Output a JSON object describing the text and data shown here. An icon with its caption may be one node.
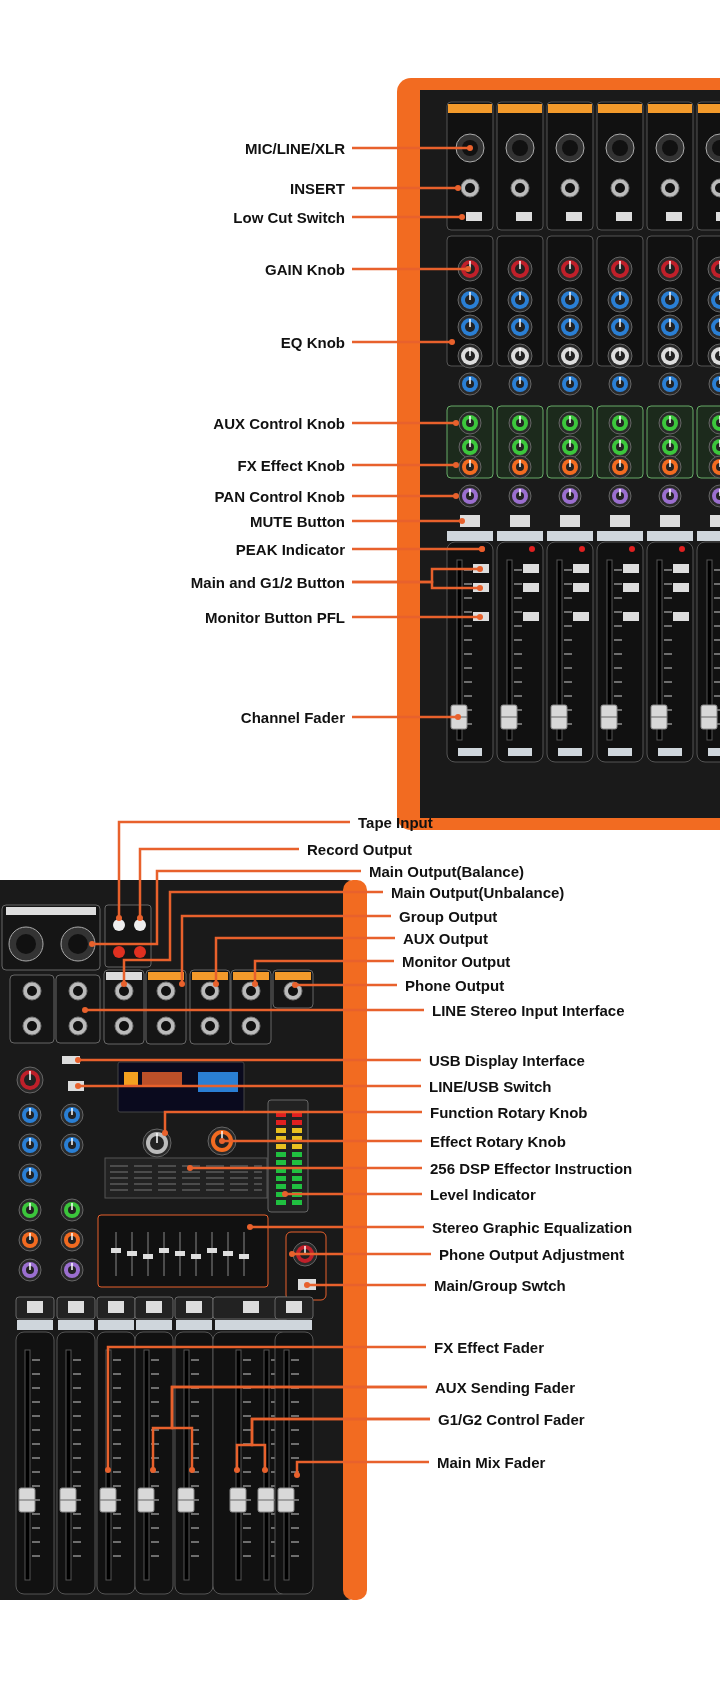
{
  "diagram": {
    "nodes": [
      {
        "text": [
          "MIC/LINE/XLR"
        ]
      },
      {
        "text": [
          "INSERT"
        ]
      },
      {
        "text": [
          "Low Cut Switch"
        ]
      },
      {
        "text": [
          "GAIN Knob"
        ]
      },
      {
        "text": [
          "EQ Knob"
        ]
      },
      {
        "text": [
          "AUX Control Knob"
        ]
      },
      {
        "text": [
          "FX Effect Knob"
        ]
      },
      {
        "text": [
          "PAN Control Knob"
        ]
      },
      {
        "text": [
          "MUTE Button"
        ]
      },
      {
        "text": [
          "PEAK Indicator"
        ]
      },
      {
        "text": [
          "Main and G1/2 Button"
        ]
      },
      {
        "text": [
          "Monitor Button PFL"
        ]
      },
      {
        "text": [
          "Channel Fader"
        ]
      },
      {
        "text": [
          "Tape Input"
        ]
      },
      {
        "text": [
          "Record Output"
        ]
      },
      {
        "text": [
          "Main Output(Balance)"
        ]
      },
      {
        "text": [
          "Main Output(Unbalance)"
        ]
      },
      {
        "text": [
          "Group Output"
        ]
      },
      {
        "text": [
          "AUX Output"
        ]
      },
      {
        "text": [
          "Monitor Output"
        ]
      },
      {
        "text": [
          "Phone Output"
        ]
      },
      {
        "text": [
          "LINE Stereo Input Interface"
        ]
      },
      {
        "text": [
          "USB Display Interface"
        ]
      },
      {
        "text": [
          "LINE/USB Switch"
        ]
      },
      {
        "text": [
          "Function Rotary Knob"
        ]
      },
      {
        "text": [
          "Effect Rotary Knob"
        ]
      },
      {
        "text": [
          "256 DSP Effector Instruction"
        ]
      },
      {
        "text": [
          "Level Indicator"
        ]
      },
      {
        "text": [
          "Stereo Graphic Equalization"
        ]
      },
      {
        "text": [
          "Phone Output Adjustment"
        ]
      },
      {
        "text": [
          "Main/Group Swtch"
        ]
      },
      {
        "text": [
          "FX Effect Fader"
        ]
      },
      {
        "text": [
          "AUX Sending Fader"
        ]
      },
      {
        "text": [
          "G1/G2 Control Fader"
        ]
      },
      {
        "text": [
          "Main Mix Fader"
        ]
      }
    ],
    "edges": [
      {
        "from": 0,
        "to": null,
        "arrow": "other"
      },
      {
        "from": 1,
        "to": null,
        "arrow": "other"
      },
      {
        "from": 2,
        "to": null,
        "arrow": "other"
      },
      {
        "from": 3,
        "to": null,
        "arrow": "other"
      },
      {
        "from": 4,
        "to": null,
        "arrow": "other"
      },
      {
        "from": 5,
        "to": null,
        "arrow": "other"
      },
      {
        "from": 6,
        "to": null,
        "arrow": "other"
      },
      {
        "from": 7,
        "to": null,
        "arrow": "other"
      },
      {
        "from": 8,
        "to": null,
        "arrow": "other"
      },
      {
        "from": 9,
        "to": null,
        "arrow": "other"
      },
      {
        "from": 10,
        "to": null,
        "arrow": "other"
      },
      {
        "from": 10,
        "to": null,
        "arrow": "other"
      },
      {
        "from": 11,
        "to": null,
        "arrow": "other"
      },
      {
        "from": 12,
        "to": null,
        "arrow": "other"
      },
      {
        "from": 13,
        "to": null,
        "arrow": "other"
      },
      {
        "from": 14,
        "to": null,
        "arrow": "other"
      },
      {
        "from": 15,
        "to": null,
        "arrow": "other"
      },
      {
        "from": 16,
        "to": null,
        "arrow": "other"
      },
      {
        "from": 17,
        "to": null,
        "arrow": "other"
      },
      {
        "from": 18,
        "to": null,
        "arrow": "other"
      },
      {
        "from": 19,
        "to": null,
        "arrow": "other"
      },
      {
        "from": 20,
        "to": null,
        "arrow": "other"
      },
      {
        "from": 21,
        "to": null,
        "arrow": "other"
      },
      {
        "from": 22,
        "to": null,
        "arrow": "other"
      },
      {
        "from": 23,
        "to": null,
        "arrow": "other"
      },
      {
        "from": 24,
        "to": null,
        "arrow": "other"
      },
      {
        "from": 25,
        "to": null,
        "arrow": "other"
      },
      {
        "from": 26,
        "to": null,
        "arrow": "other"
      },
      {
        "from": 27,
        "to": null,
        "arrow": "other"
      },
      {
        "from": 28,
        "to": null,
        "arrow": "other"
      },
      {
        "from": 29,
        "to": null,
        "arrow": "other"
      },
      {
        "from": 30,
        "to": null,
        "arrow": "other"
      },
      {
        "from": 31,
        "to": null,
        "arrow": "other"
      },
      {
        "from": 32,
        "to": null,
        "arrow": "other"
      },
      {
        "from": 32,
        "to": null,
        "arrow": "other"
      },
      {
        "from": 33,
        "to": null,
        "arrow": "other"
      },
      {
        "from": 33,
        "to": null,
        "arrow": "other"
      },
      {
        "from": 34,
        "to": null,
        "arrow": "other"
      }
    ]
  }
}
